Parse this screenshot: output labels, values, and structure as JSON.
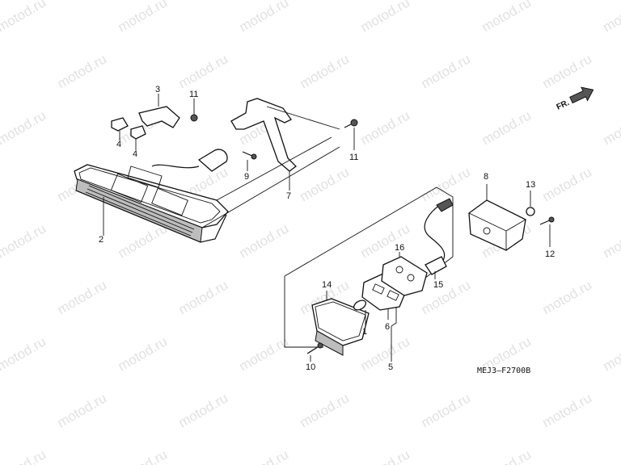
{
  "watermark": "motod.ru",
  "diagram_code": "MEJ3—F2700B",
  "front_label": "FR.",
  "callouts": {
    "n1": "1",
    "n2": "2",
    "n3": "3",
    "n4a": "4",
    "n4b": "4",
    "n5": "5",
    "n6": "6",
    "n7": "7",
    "n8": "8",
    "n9": "9",
    "n10": "10",
    "n11a": "11",
    "n11b": "11",
    "n12": "12",
    "n13": "13",
    "n14": "14",
    "n15": "15",
    "n16": "16"
  }
}
